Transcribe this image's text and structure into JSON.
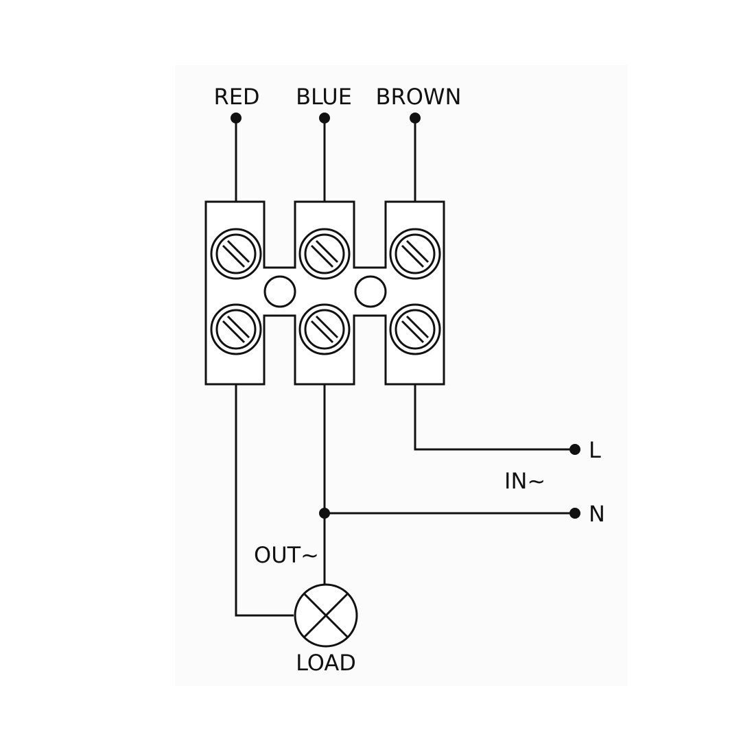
{
  "labels": {
    "wire_red": "RED",
    "wire_blue": "BLUE",
    "wire_brown": "BROWN",
    "terminal_l": "L",
    "terminal_n": "N",
    "input": "IN~",
    "output": "OUT~",
    "load": "LOAD"
  },
  "colors": {
    "ink": "#111111",
    "paper": "#ffffff"
  },
  "icons": {
    "screw": "slotted-screw-icon",
    "lamp": "lamp-load-icon",
    "junction": "junction-dot-icon"
  }
}
